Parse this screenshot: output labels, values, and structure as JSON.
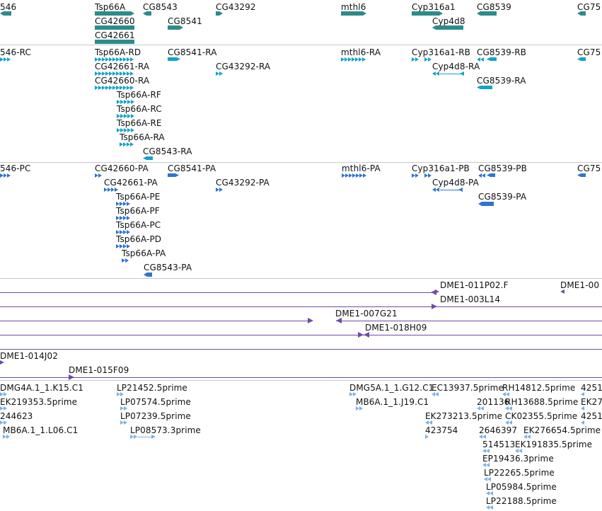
{
  "colors": {
    "gene": "#2e8b8b",
    "rna": "#12a3c9",
    "protein": "#2f73d4",
    "clone": "#6f4ca8",
    "est": "#7fb2e0",
    "divider": "#c8c8c8"
  },
  "tracks": {
    "genes": {
      "labels": [
        "546",
        "Tsp66A",
        "CG8543",
        "CG43292",
        "mthl6",
        "Cyp316a1",
        "CG8539",
        "CG75",
        "CG42660",
        "CG8541",
        "Cyp4d8",
        "CG42661"
      ]
    },
    "transcripts": {
      "labels": [
        "546-RC",
        "Tsp66A-RD",
        "CG8541-RA",
        "mthl6-RA",
        "Cyp316a1-RB",
        "CG8539-RB",
        "CG75",
        "CG42661-RA",
        "CG43292-RA",
        "Cyp4d8-RA",
        "CG42660-RA",
        "CG8539-RA",
        "Tsp66A-RF",
        "Tsp66A-RC",
        "Tsp66A-RE",
        "Tsp66A-RA",
        "CG8543-RA"
      ]
    },
    "proteins": {
      "labels": [
        "546-PC",
        "CG42660-PA",
        "CG8541-PA",
        "mthl6-PA",
        "Cyp316a1-PB",
        "CG8539-PB",
        "CG75",
        "CG42661-PA",
        "CG43292-PA",
        "Cyp4d8-PA",
        "Tsp66A-PE",
        "CG8539-PA",
        "Tsp66A-PF",
        "Tsp66A-PC",
        "Tsp66A-PD",
        "Tsp66A-PA",
        "CG8543-PA"
      ]
    },
    "clones": {
      "labels": [
        "DME1-011P02.F",
        "DME1-00",
        "DME1-003L14",
        "DME1-007G21",
        "DME1-018H09",
        "DME1-014J02",
        "DME1-015F09"
      ]
    },
    "ests": {
      "labels": [
        "DMG4A.1_1.K15.C1",
        "LP21452.5prime",
        "DMG5A.1_1.G12.C1",
        "EC13937.5prime",
        "RH14812.5prime",
        "4251",
        "EK219353.5prime",
        "LP07574.5prime",
        "MB6A.1_1.J19.C1",
        "201136",
        "RH13688.5prime",
        "EK27",
        "244623",
        "LP07239.5prime",
        "EK273213.5prime",
        "CK02355.5prime",
        "4251",
        "MB6A.1_1.L06.C1",
        "LP08573.3prime",
        "423754",
        "2646397",
        "EK276654.5prime",
        "514513",
        "EK191835.5prime",
        "EP19436.3prime",
        "LP22265.5prime",
        "LP05984.5prime",
        "LP22188.5prime"
      ]
    }
  }
}
